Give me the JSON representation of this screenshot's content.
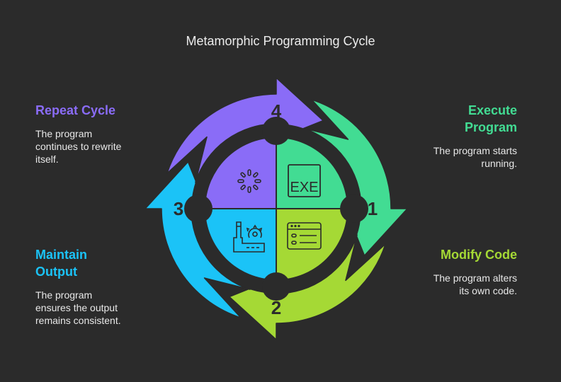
{
  "title": "Metamorphic Programming Cycle",
  "colors": {
    "background": "#2b2b2b",
    "step1": "#42dc93",
    "step2": "#a5d935",
    "step3": "#1bc3f7",
    "step4": "#8a6cf7",
    "stroke": "#2b2b2b"
  },
  "steps": [
    {
      "number": "1",
      "title": "Execute Program",
      "title_lines": [
        "Execute",
        "Program"
      ],
      "description": "The program starts running.",
      "desc_lines": [
        "The program starts",
        "running."
      ],
      "icon": "exe-file-icon",
      "color": "#42dc93",
      "position": "top-right"
    },
    {
      "number": "2",
      "title": "Modify Code",
      "title_lines": [
        "Modify Code"
      ],
      "description": "The program alters its own code.",
      "desc_lines": [
        "The program alters",
        "its own code."
      ],
      "icon": "code-window-icon",
      "color": "#a5d935",
      "position": "bottom-right"
    },
    {
      "number": "3",
      "title": "Maintain Output",
      "title_lines": [
        "Maintain",
        "Output"
      ],
      "description": "The program ensures the output remains consistent.",
      "desc_lines": [
        "The program",
        "ensures the output",
        "remains consistent."
      ],
      "icon": "factory-gear-icon",
      "color": "#1bc3f7",
      "position": "bottom-left"
    },
    {
      "number": "4",
      "title": "Repeat Cycle",
      "title_lines": [
        "Repeat Cycle"
      ],
      "description": "The program continues to rewrite itself.",
      "desc_lines": [
        "The program",
        "continues to rewrite",
        "itself."
      ],
      "icon": "loading-spinner-icon",
      "color": "#8a6cf7",
      "position": "top-left"
    }
  ],
  "icons": {
    "exe_label": "EXE"
  }
}
